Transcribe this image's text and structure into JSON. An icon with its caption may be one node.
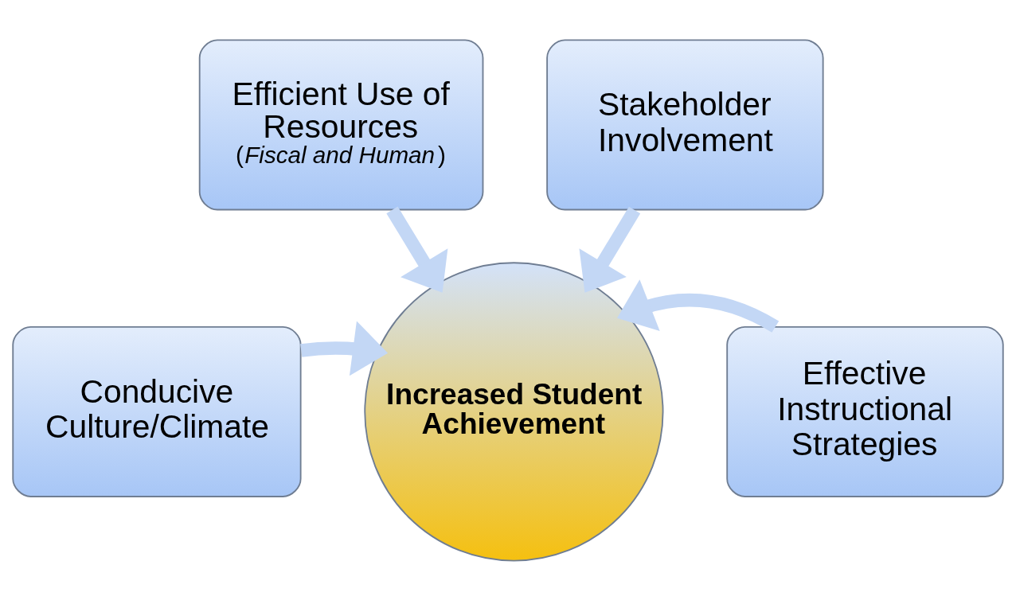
{
  "diagram": {
    "nodes": [
      {
        "text": [
          "Efficient Use of Resources",
          "(*Fiscal and Human*)"
        ]
      },
      {
        "text": [
          "Stakeholder Involvement"
        ]
      },
      {
        "text": [
          "Conducive Culture/Climate"
        ]
      },
      {
        "text": [
          "Effective Instructional Strategies"
        ]
      },
      {
        "text": [
          "**Increased Student Achievement**"
        ]
      }
    ],
    "edges": [
      {
        "from": 0,
        "to": 4,
        "arrow": "to"
      },
      {
        "from": 1,
        "to": 4,
        "arrow": "to"
      },
      {
        "from": 2,
        "to": 4,
        "arrow": "to"
      },
      {
        "from": 3,
        "to": 4,
        "arrow": "to"
      }
    ]
  }
}
